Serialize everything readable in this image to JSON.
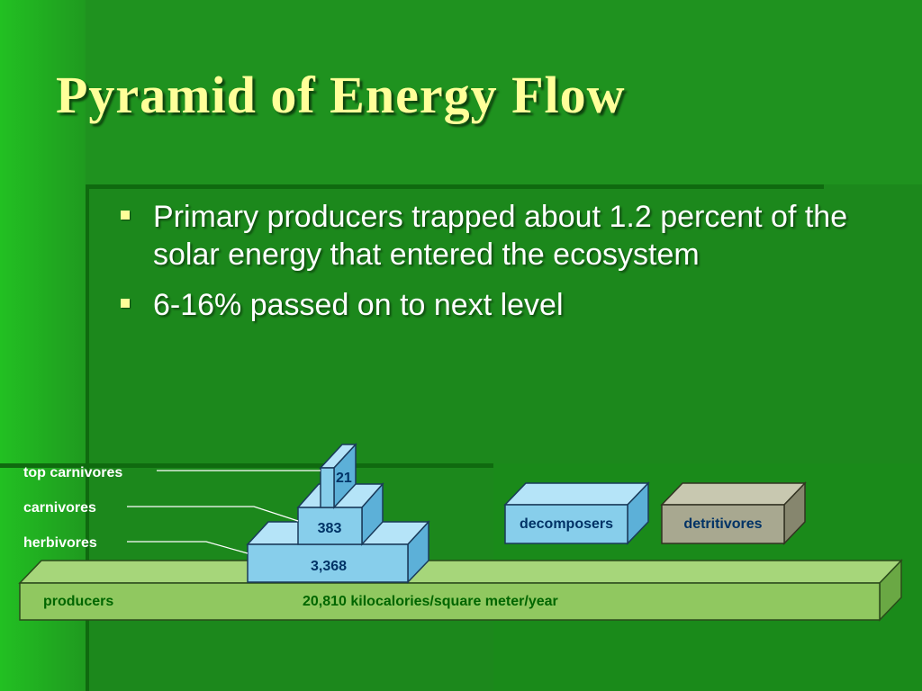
{
  "slide": {
    "title": "Pyramid of Energy Flow",
    "bullets": [
      {
        "text": "Primary producers trapped about 1.2 percent of the solar energy that entered the ecosystem"
      },
      {
        "text": "6-16% passed on to next level"
      }
    ]
  },
  "diagram": {
    "level_labels": {
      "top_carnivores": "top carnivores",
      "carnivores": "carnivores",
      "herbivores": "herbivores",
      "producers": "producers"
    },
    "values": {
      "top_carnivores": "21",
      "carnivores": "383",
      "herbivores": "3,368",
      "producers": "20,810 kilocalories/square meter/year"
    },
    "side_boxes": {
      "decomposers": "decomposers",
      "detritivores": "detritivores"
    }
  },
  "colors": {
    "background": "#1e8f1e",
    "title": "#ffff99",
    "pyramid_block": "#87ceeb",
    "producers_bar": "#90c860",
    "detritivores_box": "#a8a890",
    "label_text": "#006600",
    "value_text": "#003366"
  }
}
